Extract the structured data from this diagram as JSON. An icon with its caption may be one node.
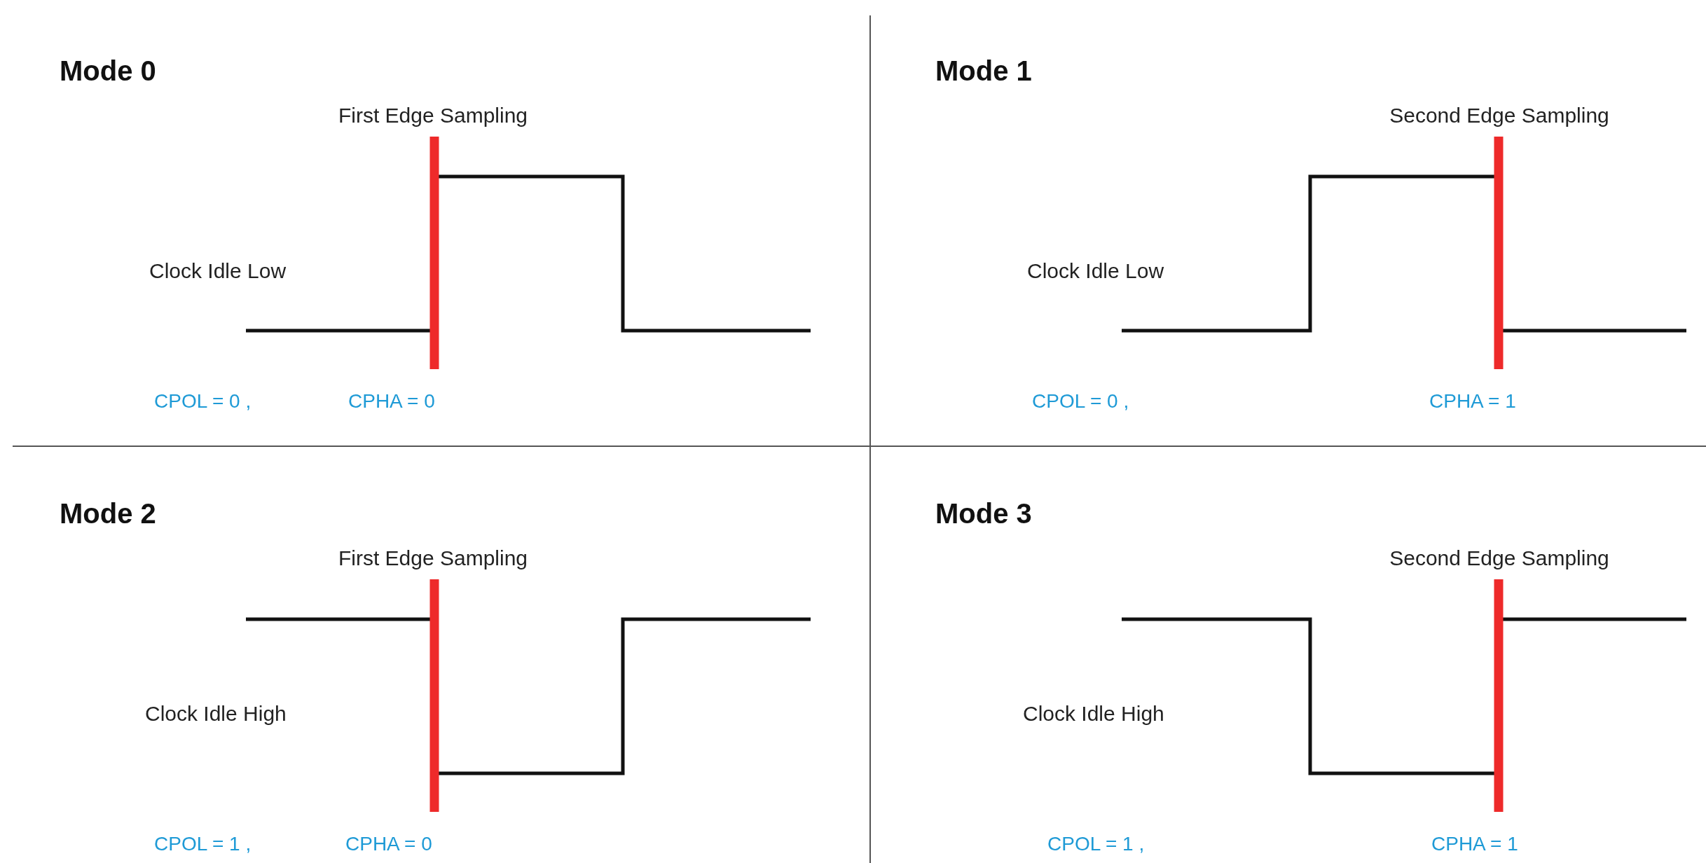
{
  "diagram": {
    "labels": [
      "Mode 0",
      "First Edge Sampling",
      "Clock Idle Low",
      "CPOL = 0 ,",
      "CPHA = 0",
      "Mode 1",
      "Second Edge Sampling",
      "Clock Idle Low",
      "CPOL = 0 ,",
      "CPHA = 1",
      "Mode 2",
      "First Edge Sampling",
      "Clock Idle High",
      "CPOL = 1 ,",
      "CPHA = 0",
      "Mode 3",
      "Second Edge Sampling",
      "Clock Idle High",
      "CPOL = 1 ,",
      "CPHA = 1"
    ]
  }
}
